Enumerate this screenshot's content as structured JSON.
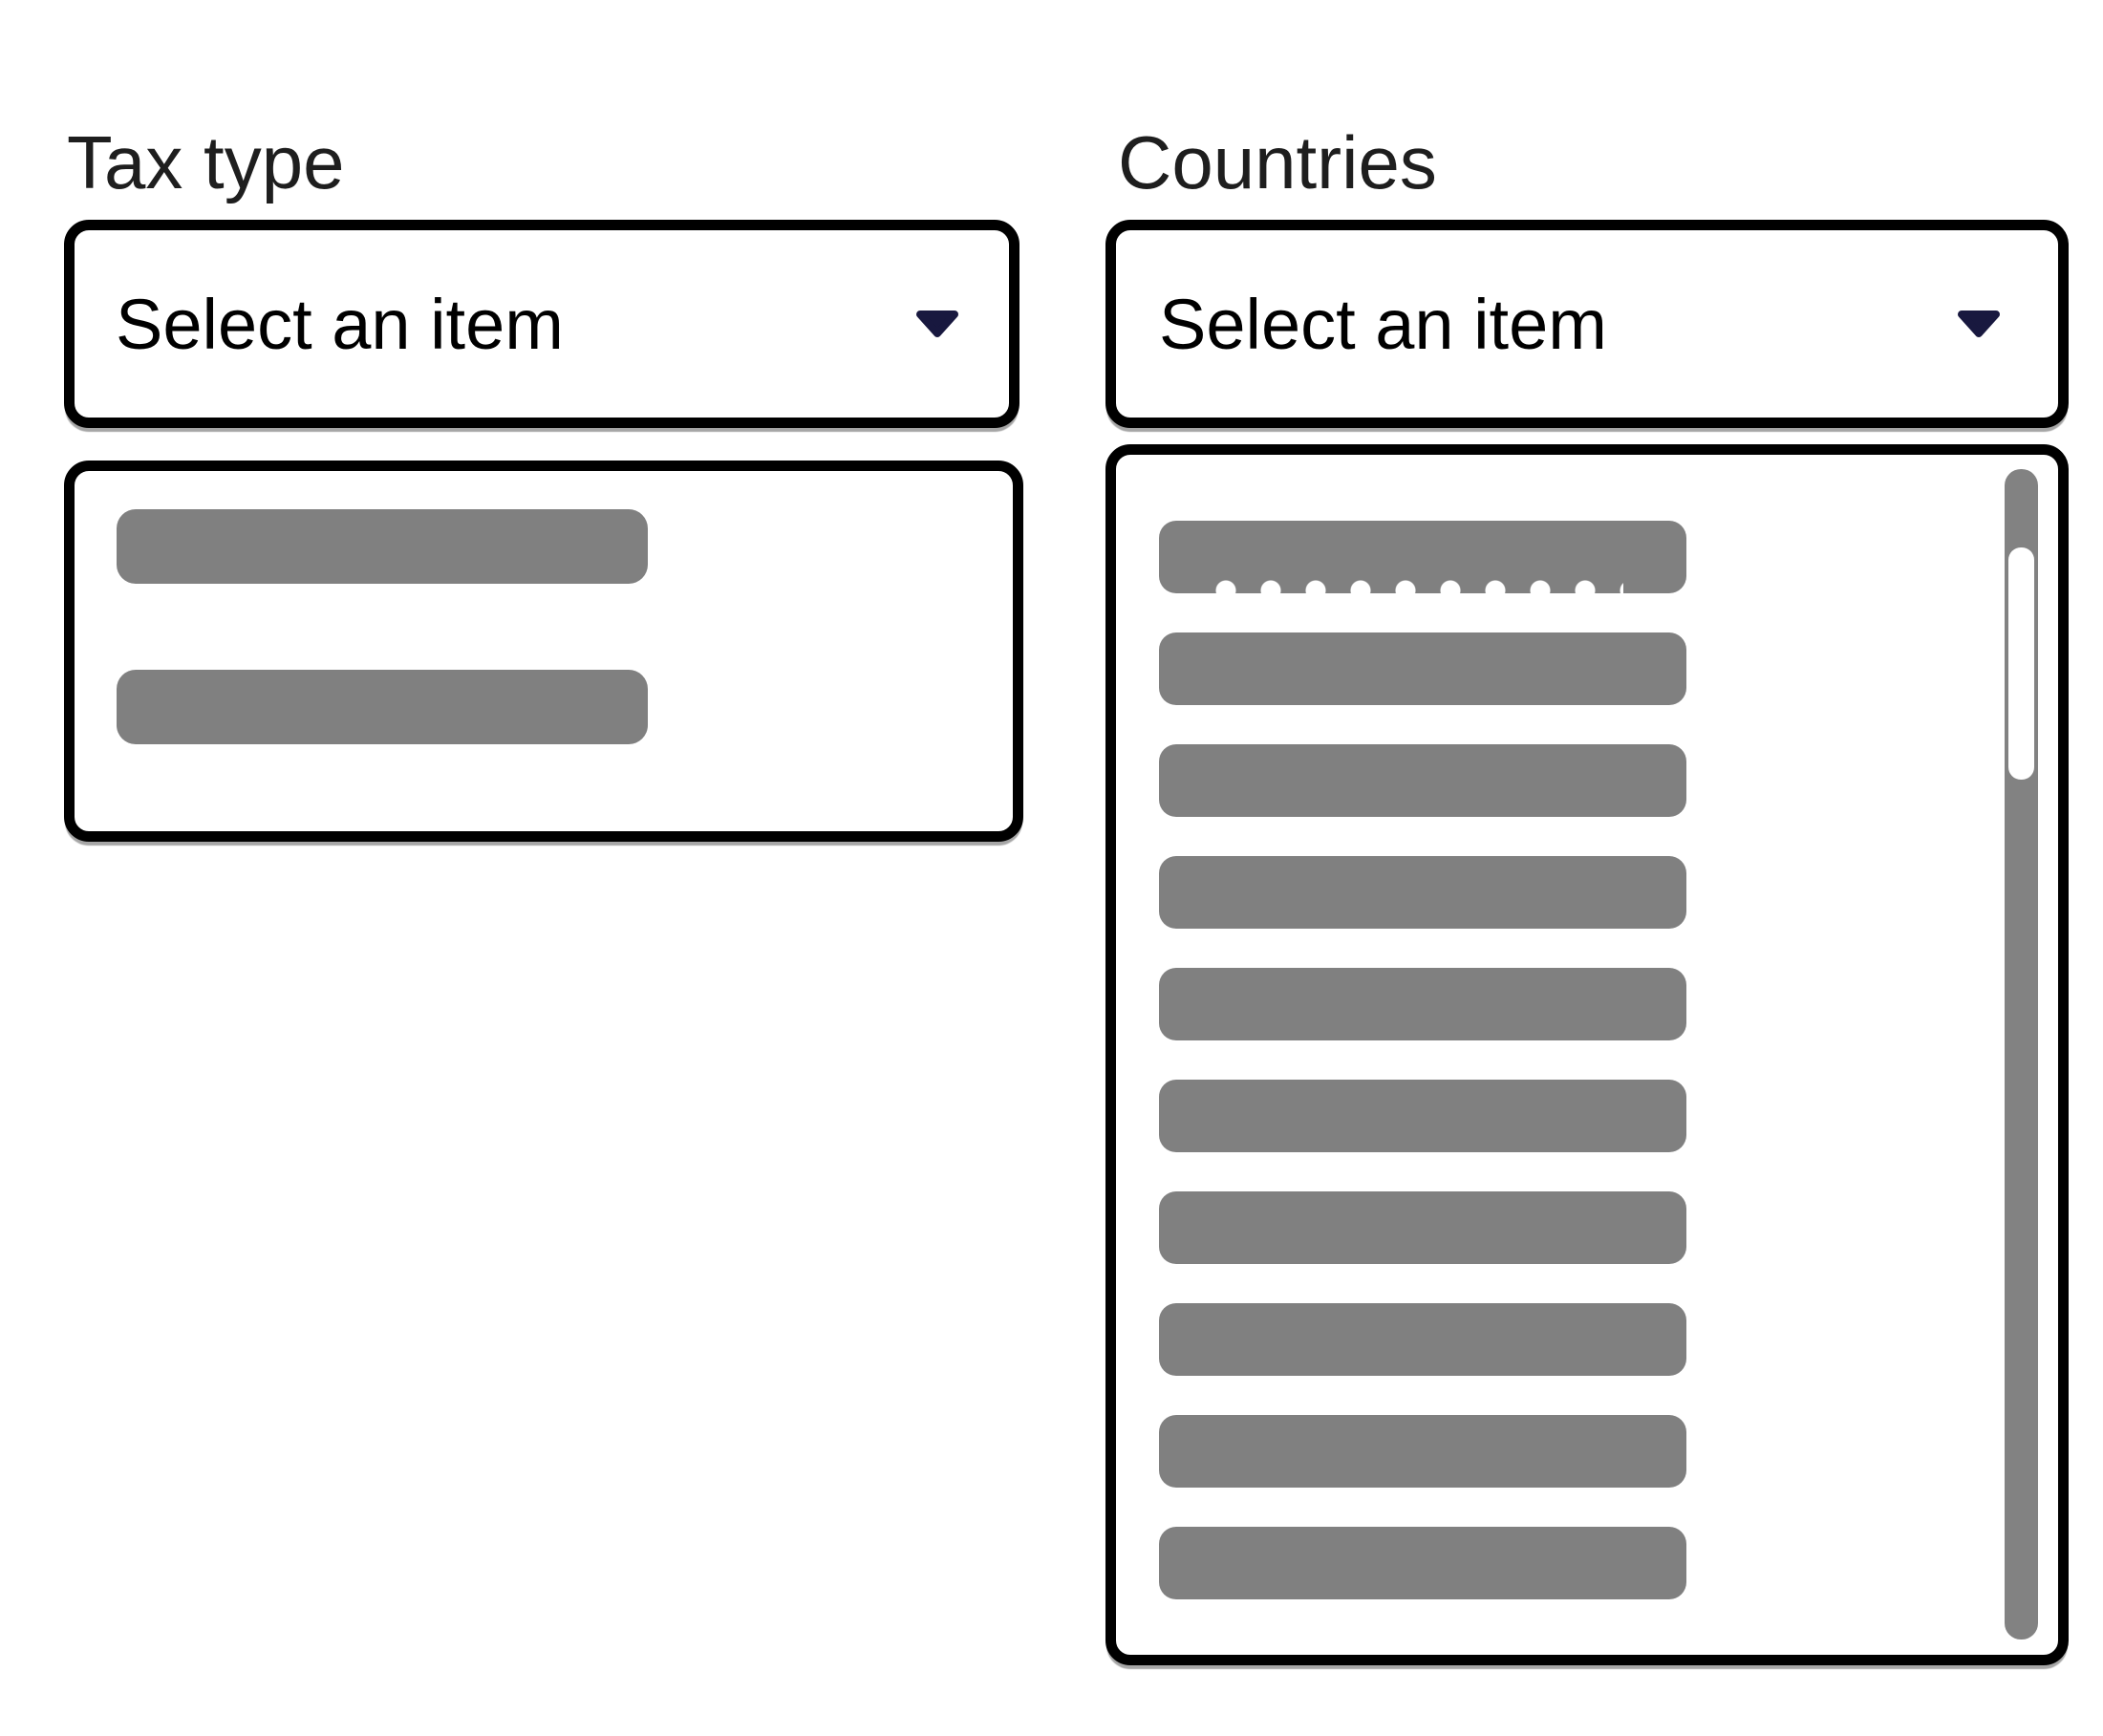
{
  "page": {
    "background_color": "#ffffff"
  },
  "fields": [
    {
      "id": "tax-type",
      "label": "Tax type",
      "combobox": {
        "value": "Select an item",
        "icon": "chevron-down-icon"
      },
      "listbox": {
        "placeholder_option_count": 2,
        "has_scrollbar": false
      }
    },
    {
      "id": "countries",
      "label": "Countries",
      "combobox": {
        "value": "Select an item",
        "icon": "chevron-down-icon"
      },
      "listbox": {
        "placeholder_option_count": 10,
        "has_scrollbar": true
      }
    }
  ],
  "colors": {
    "border": "#000000",
    "placeholder_bar": "#808080",
    "chevron": "#18183f",
    "scrollbar_track": "#828282",
    "scrollbar_thumb": "#ffffff",
    "label_text": "#1e1e1e",
    "value_text": "#000000"
  }
}
